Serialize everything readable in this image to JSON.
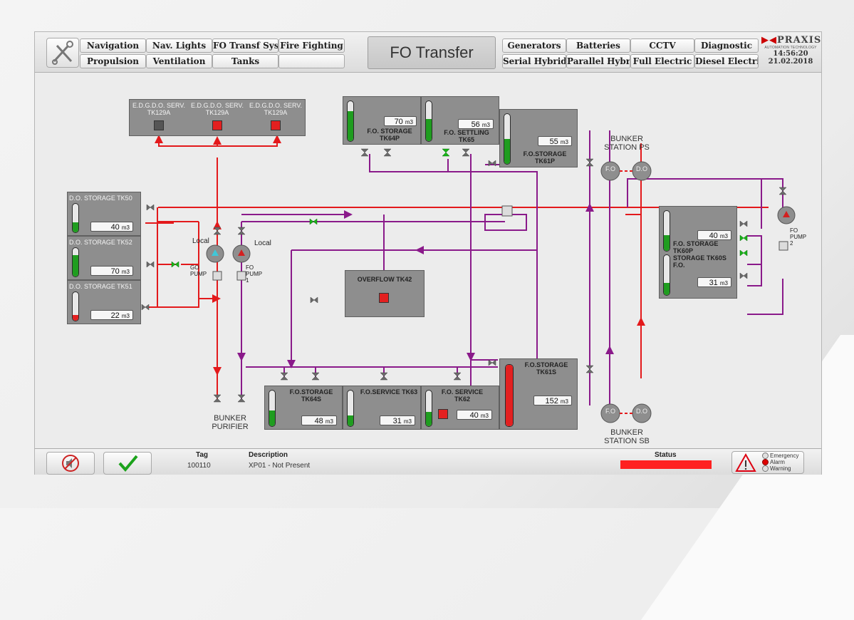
{
  "nav": {
    "row1": [
      "Navigation",
      "Nav. Lights",
      "FO Transf Syst",
      "Fire Fighting"
    ],
    "row2": [
      "Propulsion",
      "Ventilation",
      "Tanks",
      ""
    ],
    "row1_right": [
      "Generators",
      "Batteries",
      "CCTV",
      "Diagnostic"
    ],
    "row2_right": [
      "Serial Hybrid",
      "Parallel Hybrid",
      "Full Electric",
      "Diesel Electric"
    ]
  },
  "page_title": "FO Transfer",
  "brand": {
    "name": "PRAXIS",
    "tagline": "AUTOMATION TECHNOLOGY"
  },
  "clock": {
    "time": "14:56:20",
    "date": "21.02.2018"
  },
  "edgdo_tanks": [
    {
      "label": "E.D.G.D.O. SERV. TK129A",
      "status": "not-present"
    },
    {
      "label": "E.D.G.D.O. SERV. TK129A",
      "status": "alarm"
    },
    {
      "label": "E.D.G.D.O. SERV. TK129A",
      "status": "alarm"
    }
  ],
  "tanks": {
    "do50": {
      "label": "D.O. STORAGE TK50",
      "value": "40",
      "unit": "m3",
      "level": 0.35
    },
    "do52": {
      "label": "D.O. STORAGE TK52",
      "value": "70",
      "unit": "m3",
      "level": 0.75
    },
    "do51": {
      "label": "D.O. STORAGE TK51",
      "value": "22",
      "unit": "m3",
      "level": 0.2
    },
    "tk64p": {
      "label": "F.O. STORAGE TK64P",
      "value": "70",
      "unit": "m3",
      "level": 0.75
    },
    "tk65": {
      "label": "F.O. SETTLING TK65",
      "value": "56",
      "unit": "m3",
      "level": 0.55
    },
    "tk61p": {
      "label": "F.O.STORAGE TK61P",
      "value": "55",
      "unit": "m3",
      "level": 0.5
    },
    "tk60p": {
      "label": "F.O. STORAGE TK60P",
      "value": "40",
      "unit": "m3",
      "level": 0.4
    },
    "tk60s": {
      "label": "STORAGE TK60S F.O.",
      "value": "31",
      "unit": "m3",
      "level": 0.3
    },
    "tk64s": {
      "label": "F.O.STORAGE TK64S",
      "value": "48",
      "unit": "m3",
      "level": 0.45
    },
    "tk63": {
      "label": "F.O.SERVICE TK63",
      "value": "31",
      "unit": "m3",
      "level": 0.3
    },
    "tk62": {
      "label": "F.O. SERVICE TK62",
      "value": "40",
      "unit": "m3",
      "level": 0.4
    },
    "tk61s": {
      "label": "F.O.STORAGE TK61S",
      "value": "152",
      "unit": "m3",
      "level": 1.0
    }
  },
  "overflow": {
    "label": "OVERFLOW TK42"
  },
  "pumps": {
    "go": {
      "label": "GO PUMP",
      "mode": "Local"
    },
    "fo1": {
      "label": "FO PUMP 1",
      "mode": "Local"
    },
    "fo2": {
      "label": "FO PUMP 2"
    }
  },
  "stations": {
    "ps": "BUNKER STATION PS",
    "sb": "BUNKER STATION SB",
    "purifier": "BUNKER PURIFIER",
    "fo": "F.O",
    "do": "D.O"
  },
  "bottom": {
    "tag_header": "Tag",
    "tag_value": "100110",
    "desc_header": "Description",
    "desc_value": "XP01 - Not Present",
    "status_header": "Status",
    "legend": [
      "Emergency",
      "Alarm",
      "Warning"
    ]
  },
  "colors": {
    "fo_line": "#8a1a8a",
    "do_line": "#e3191b",
    "level_green": "#1f9d1f",
    "level_red": "#e32020",
    "alarm": "#ff2020"
  }
}
